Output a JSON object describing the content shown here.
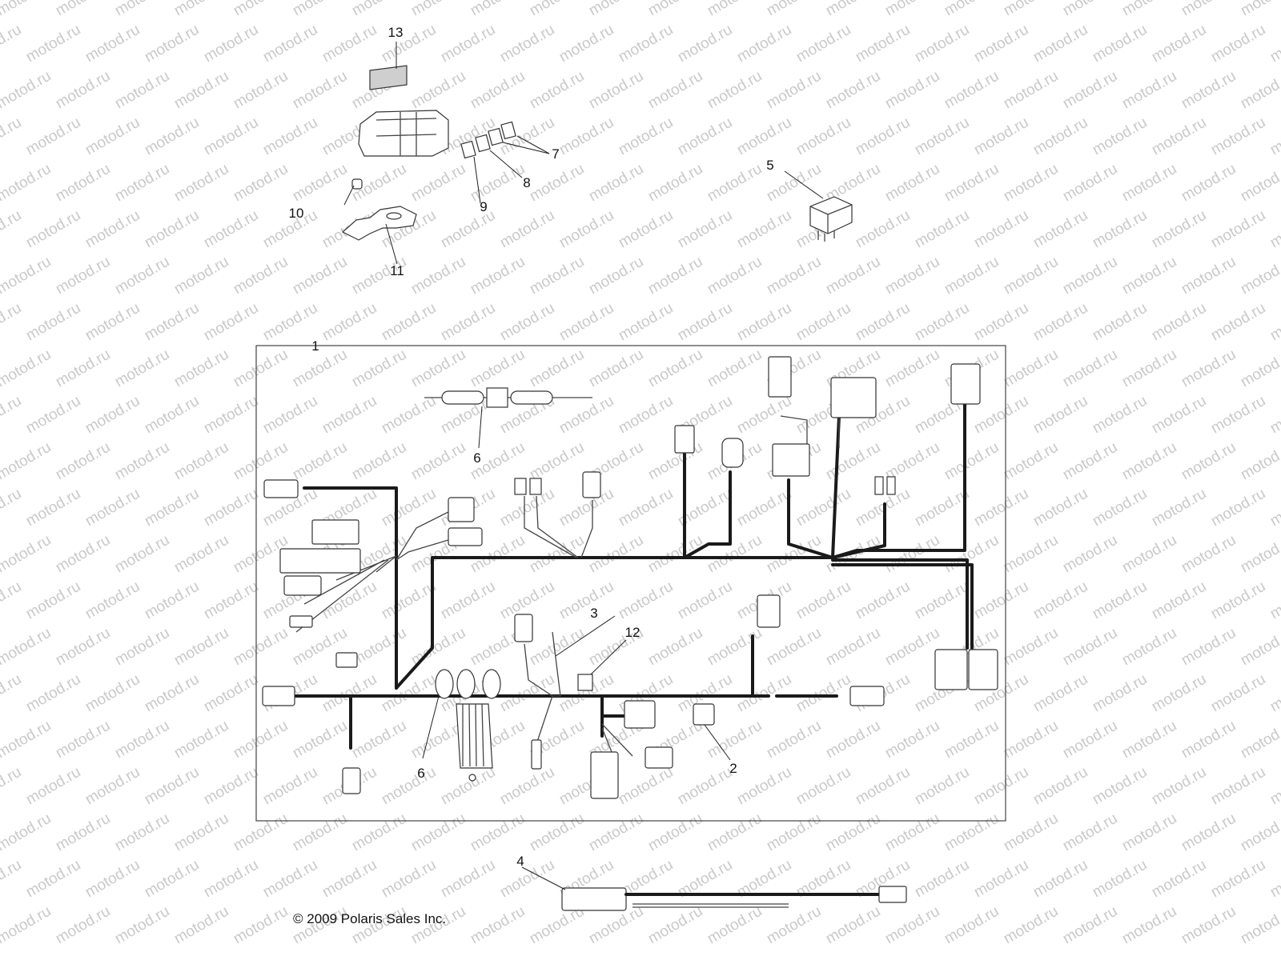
{
  "watermark": "motod.ru",
  "copyright": "© 2009 Polaris Sales Inc.",
  "callouts": {
    "c1": "1",
    "c2": "2",
    "c3": "3",
    "c4": "4",
    "c5": "5",
    "c6a": "6",
    "c6b": "6",
    "c7": "7",
    "c8": "8",
    "c9": "9",
    "c10": "10",
    "c11": "11",
    "c12": "12",
    "c13": "13"
  },
  "colors": {
    "line": "#1a1a1a",
    "watermark": "#c9c9c9",
    "background": "#ffffff"
  }
}
